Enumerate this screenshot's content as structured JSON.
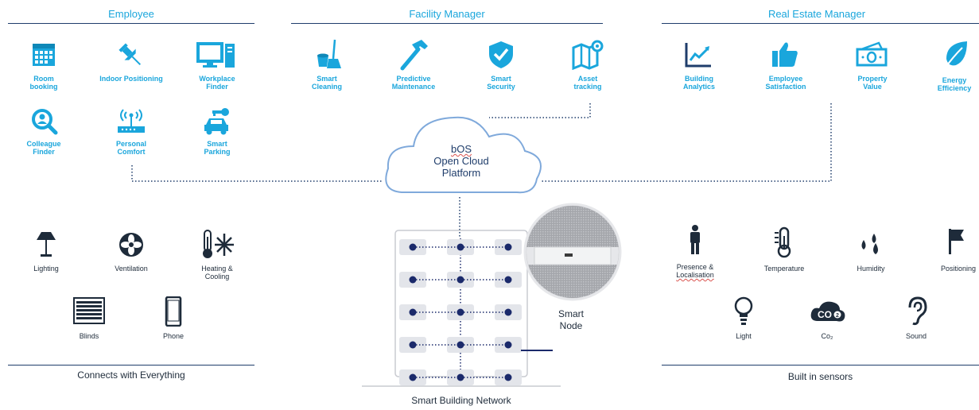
{
  "sections": {
    "employee": "Employee",
    "facility": "Facility Manager",
    "real_estate": "Real Estate Manager"
  },
  "employee_items": [
    {
      "icon": "calendar-icon",
      "line1": "Room",
      "line2": "booking"
    },
    {
      "icon": "pin-icon",
      "line1": "Indoor Positioning",
      "line2": ""
    },
    {
      "icon": "computer-icon",
      "line1": "Workplace",
      "line2": "Finder"
    },
    {
      "icon": "colleague-search-icon",
      "line1": "Colleague",
      "line2": "Finder"
    },
    {
      "icon": "wifi-router-icon",
      "line1": "Personal",
      "line2": "Comfort"
    },
    {
      "icon": "car-key-icon",
      "line1": "Smart",
      "line2": "Parking"
    }
  ],
  "facility_items": [
    {
      "icon": "broom-bucket-icon",
      "line1": "Smart",
      "line2": "Cleaning"
    },
    {
      "icon": "hammer-icon",
      "line1": "Predictive",
      "line2": "Maintenance"
    },
    {
      "icon": "shield-check-icon",
      "line1": "Smart",
      "line2": "Security"
    },
    {
      "icon": "map-pin-icon",
      "line1": "Asset",
      "line2": "tracking"
    }
  ],
  "real_estate_items": [
    {
      "icon": "line-chart-icon",
      "line1": "Building",
      "line2": "Analytics"
    },
    {
      "icon": "thumbs-up-icon",
      "line1": "Employee",
      "line2": "Satisfaction"
    },
    {
      "icon": "money-icon",
      "line1": "Property",
      "line2": "Value"
    },
    {
      "icon": "leaf-icon",
      "line1": "Energy",
      "line2": "Efficiency"
    }
  ],
  "cloud": {
    "line1": "bOS",
    "line2": "Open Cloud",
    "line3": "Platform"
  },
  "connects": [
    {
      "icon": "lamp-icon",
      "line1": "Lighting",
      "line2": ""
    },
    {
      "icon": "fan-icon",
      "line1": "Ventilation",
      "line2": ""
    },
    {
      "icon": "thermometer-snowflake-icon",
      "line1": "Heating &",
      "line2": "Cooling"
    },
    {
      "icon": "blinds-icon",
      "line1": "Blinds",
      "line2": ""
    },
    {
      "icon": "phone-icon",
      "line1": "Phone",
      "line2": ""
    }
  ],
  "connects_footer": "Connects with Everything",
  "network_footer": "Smart Building Network",
  "smart_node": {
    "line1": "Smart",
    "line2": "Node"
  },
  "sensors": [
    {
      "icon": "person-icon",
      "line1": "Presence &",
      "line2": "Localisation"
    },
    {
      "icon": "thermometer-icon",
      "line1": "Temperature",
      "line2": ""
    },
    {
      "icon": "droplets-icon",
      "line1": "Humidity",
      "line2": ""
    },
    {
      "icon": "flag-icon",
      "line1": "Positioning",
      "line2": ""
    },
    {
      "icon": "bulb-icon",
      "line1": "Light",
      "line2": ""
    },
    {
      "icon": "co2-icon",
      "line1": "Co₂",
      "line2": ""
    },
    {
      "icon": "ear-icon",
      "line1": "Sound",
      "line2": ""
    }
  ],
  "sensors_footer": "Built in sensors",
  "colors": {
    "accent": "#1aa6dc",
    "dark": "#1f3d6b",
    "node": "#1b2a6b",
    "box": "#e3e5ea"
  }
}
